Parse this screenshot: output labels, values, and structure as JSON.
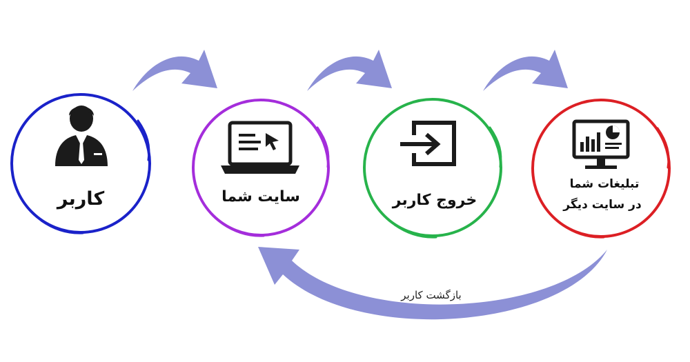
{
  "colors": {
    "arrow": "#8c90d6",
    "user_ring": "#1a22c9",
    "site_ring": "#a42ddb",
    "exit_ring": "#27b34b",
    "ads_ring": "#dc1f24",
    "icon": "#1b1b1b"
  },
  "steps": [
    {
      "label": "کاربر",
      "icon": "user-icon"
    },
    {
      "label": "سایت شما",
      "icon": "laptop-icon"
    },
    {
      "label": "خروج کاربر",
      "icon": "exit-icon"
    },
    {
      "label_line1": "تبلیغات شما",
      "label_line2": "در سایت دیگر",
      "icon": "monitor-chart-icon"
    }
  ],
  "return_label": "بازگشت کاربر"
}
